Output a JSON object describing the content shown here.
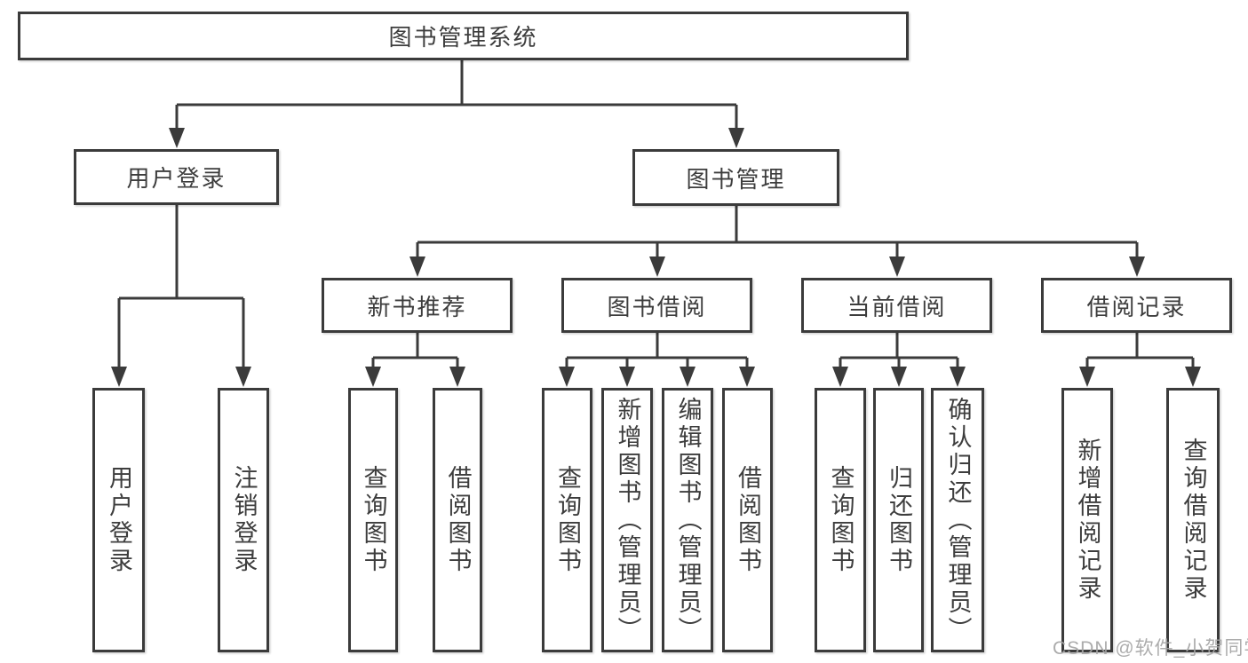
{
  "diagram_title": "图书管理系统",
  "colors": {
    "line": "#3b3b3b",
    "text": "#3d3d3d",
    "box_background": "#ffffff",
    "watermark": "#a5a5a5"
  },
  "tree": {
    "root": {
      "label": "图书管理系统"
    },
    "children": [
      {
        "label": "用户登录",
        "children": [
          {
            "label": "用户登录"
          },
          {
            "label": "注销登录"
          }
        ]
      },
      {
        "label": "图书管理",
        "children": [
          {
            "label": "新书推荐",
            "children": [
              {
                "label": "查询图书"
              },
              {
                "label": "借阅图书"
              }
            ]
          },
          {
            "label": "图书借阅",
            "children": [
              {
                "label": "查询图书"
              },
              {
                "label": "新增图书（管理员）"
              },
              {
                "label": "编辑图书（管理员）"
              },
              {
                "label": "借阅图书"
              }
            ]
          },
          {
            "label": "当前借阅",
            "children": [
              {
                "label": "查询图书"
              },
              {
                "label": "归还图书"
              },
              {
                "label": "确认归还（管理员）"
              }
            ]
          },
          {
            "label": "借阅记录",
            "children": [
              {
                "label": "新增借阅记录"
              },
              {
                "label": "查询借阅记录"
              }
            ]
          }
        ]
      }
    ]
  },
  "watermark": "CSDN @软件_小贺同学"
}
